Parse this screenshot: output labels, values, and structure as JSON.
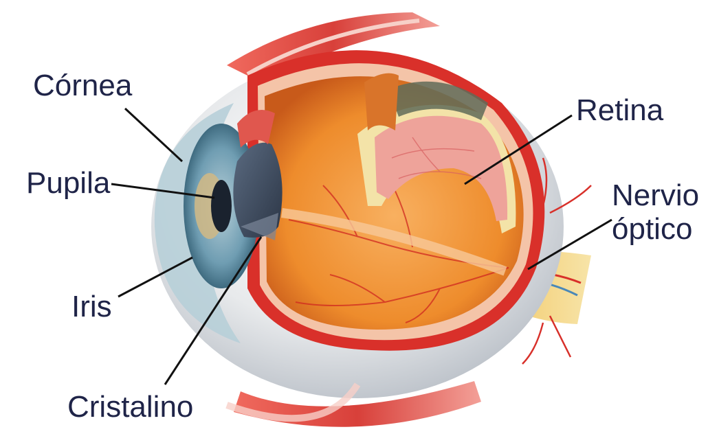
{
  "diagram": {
    "labels": {
      "cornea": "Córnea",
      "pupila": "Pupila",
      "iris": "Iris",
      "cristalino": "Cristalino",
      "retina": "Retina",
      "nervio_line1": "Nervio",
      "nervio_line2": "óptico"
    },
    "colors": {
      "label_text": "#1f2448",
      "leader_line": "#111111",
      "sclera": "#e9eaec",
      "choroid": "#d9302a",
      "vitreous": "#f0902e",
      "retina": "#eea39a",
      "retina_layer": "#f3e3a8",
      "iris": "#6f9db2",
      "lens": "#3f4e63",
      "muscle": "#e0574e"
    }
  }
}
